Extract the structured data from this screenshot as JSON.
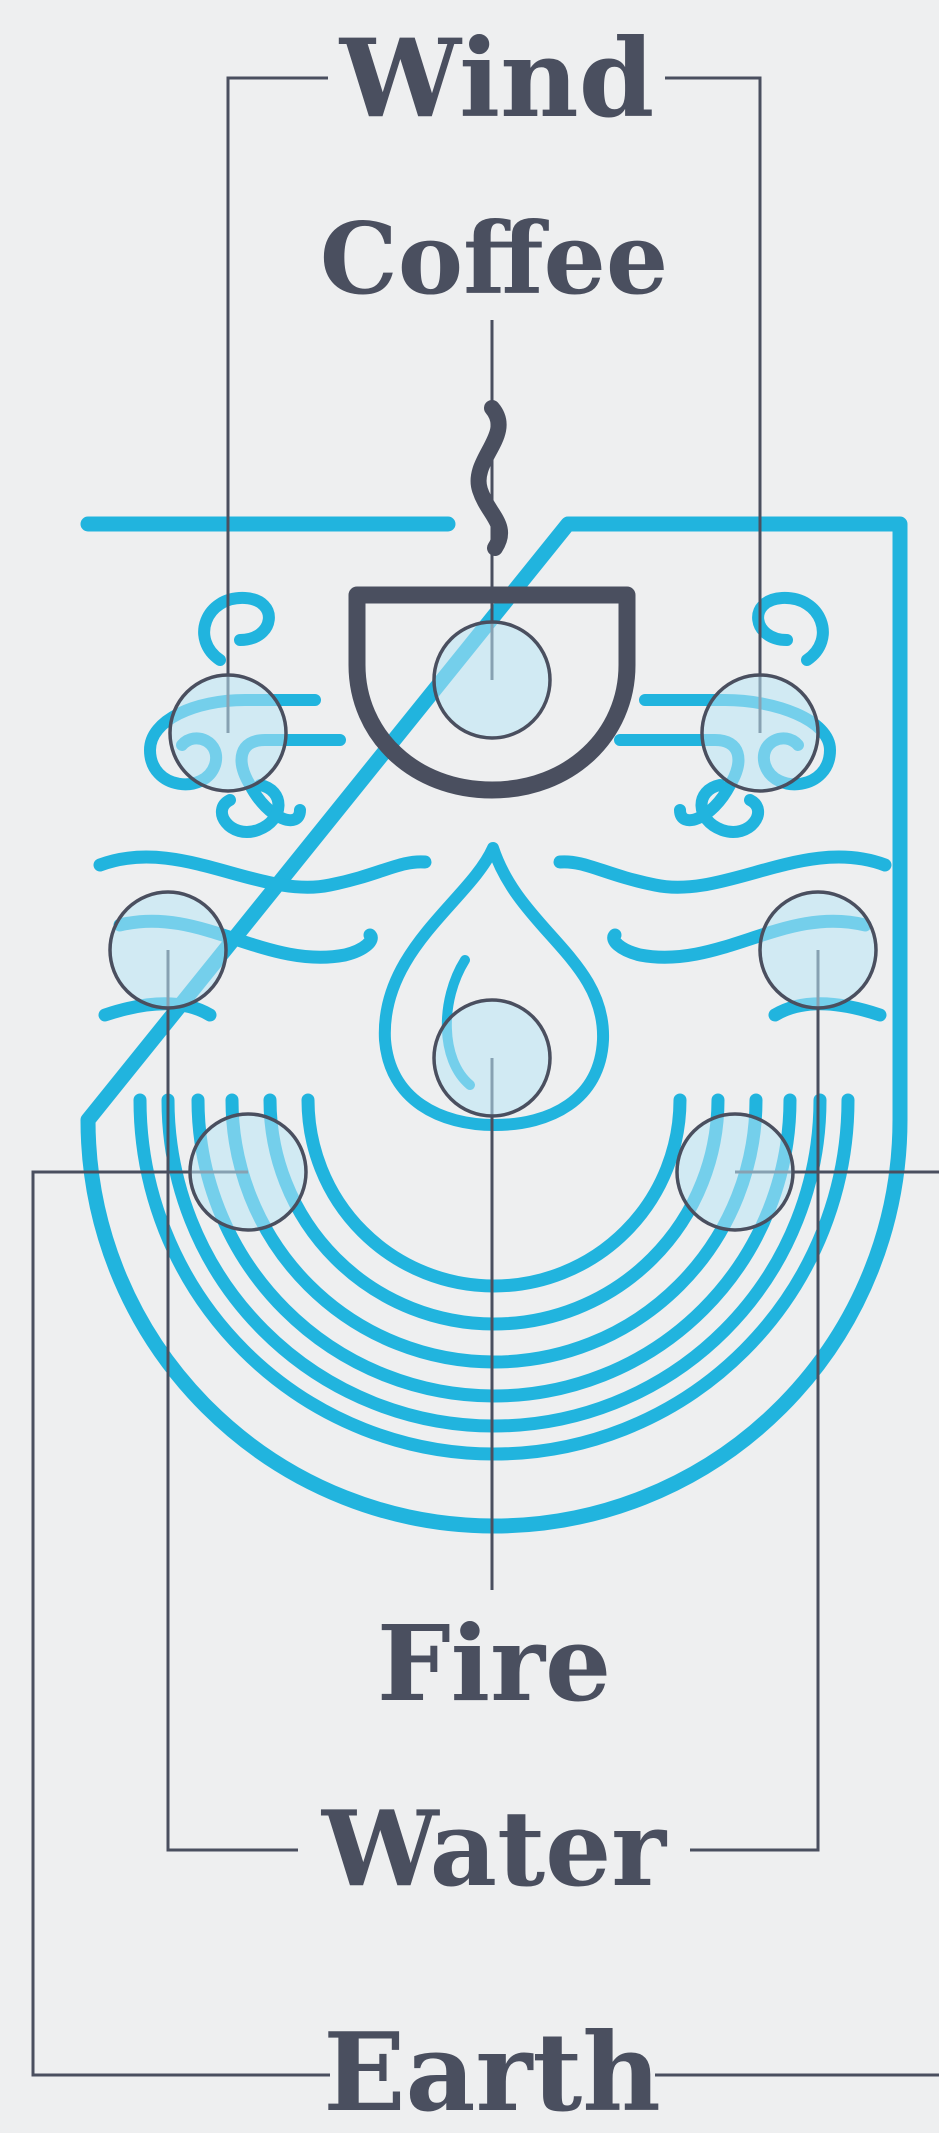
{
  "diagram": {
    "labels": {
      "wind": "Wind",
      "coffee": "Coffee",
      "fire": "Fire",
      "water": "Water",
      "earth": "Earth"
    },
    "colors": {
      "background": "#eeeff0",
      "emblem": "#21b4de",
      "emblem_light": "#5fd0ee",
      "ink": "#4a4f5f",
      "highlight": "#b9e6f5"
    },
    "icons": [
      "emblem-shield",
      "coffee-cup-icon",
      "steam-icon",
      "wind-swirl-icon",
      "water-wave-icon",
      "flame-icon",
      "earth-rings-icon"
    ]
  }
}
